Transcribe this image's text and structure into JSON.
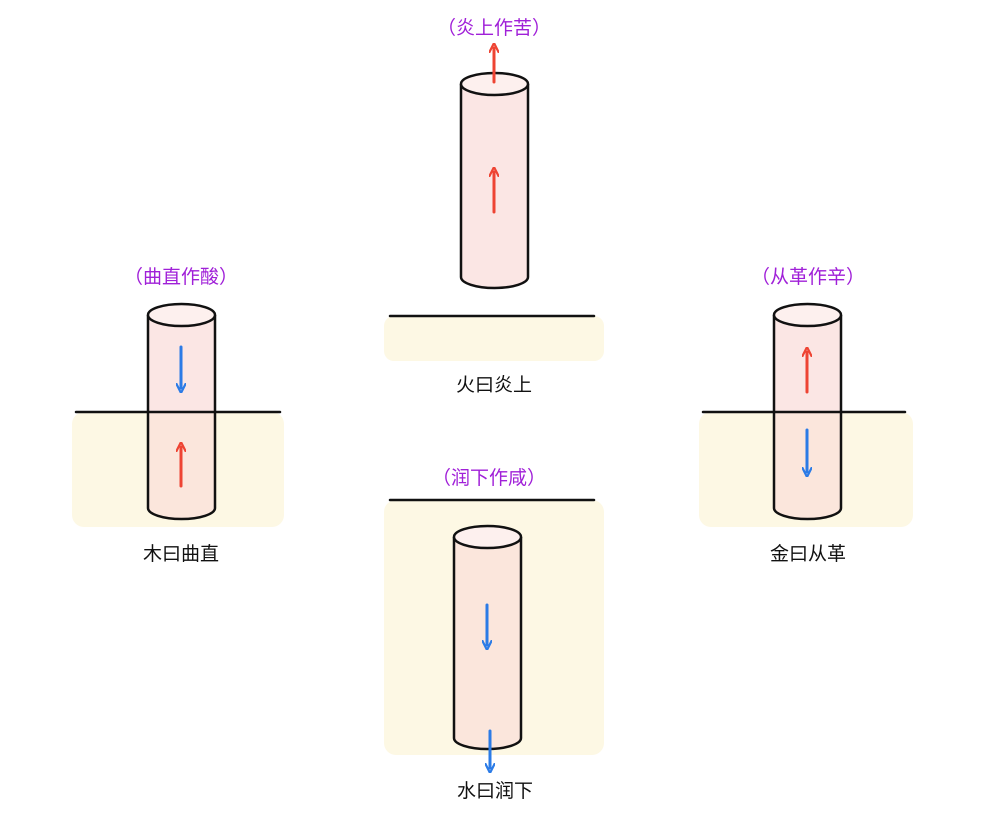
{
  "colors": {
    "ground": "#fdf8e4",
    "tube": "#fbe6e4",
    "tube_lower": "#fbe6dc",
    "outline": "#111111",
    "arrow_up": "#ee4433",
    "arrow_down": "#2b7be6",
    "annotation": "#a020d8"
  },
  "wood": {
    "label": "木曰曲直",
    "annotation": "（曲直作酸）"
  },
  "fire": {
    "label": "火曰炎上",
    "annotation": "（炎上作苦）"
  },
  "metal": {
    "label": "金曰从革",
    "annotation": "（从革作辛）"
  },
  "water": {
    "label": "水曰润下",
    "annotation": "（润下作咸）"
  }
}
